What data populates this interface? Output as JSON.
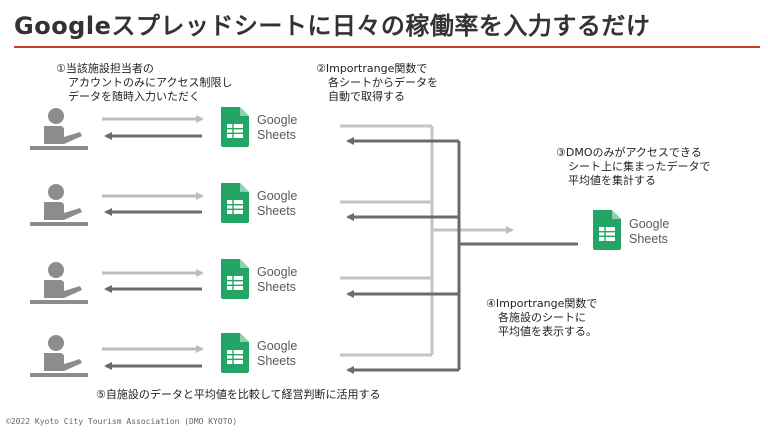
{
  "title": "Googleスプレッドシートに日々の稼働率を入力するだけ",
  "notes": {
    "step1": [
      "①当該施設担当者の",
      "アカウントのみにアクセス制限し",
      "データを随時入力いただく"
    ],
    "step2": [
      "②Importrange関数で",
      "各シートからデータを",
      "自動で取得する"
    ],
    "step3": [
      "③DMOのみがアクセスできる",
      "シート上に集まったデータで",
      "平均値を集計する"
    ],
    "step4": [
      "④Importrange関数で",
      "各施設のシートに",
      "平均値を表示する。"
    ],
    "step5": [
      "⑤自施設のデータと平均値を比較して経営判断に活用する"
    ]
  },
  "sheets_logo": {
    "line1": "Google",
    "line2": "Sheets"
  },
  "icons": {
    "person": "person-at-desk-icon",
    "sheets": "google-sheets-icon"
  },
  "colors": {
    "accent_rule": "#cc3b2b",
    "sheets_green": "#23a566",
    "arrow_light": "#bdbdbd",
    "arrow_dark": "#6b6b6b",
    "person_gray": "#8c8c8c"
  },
  "footer": "©2022 Kyoto City Tourism Association (DMO KYOTO)"
}
